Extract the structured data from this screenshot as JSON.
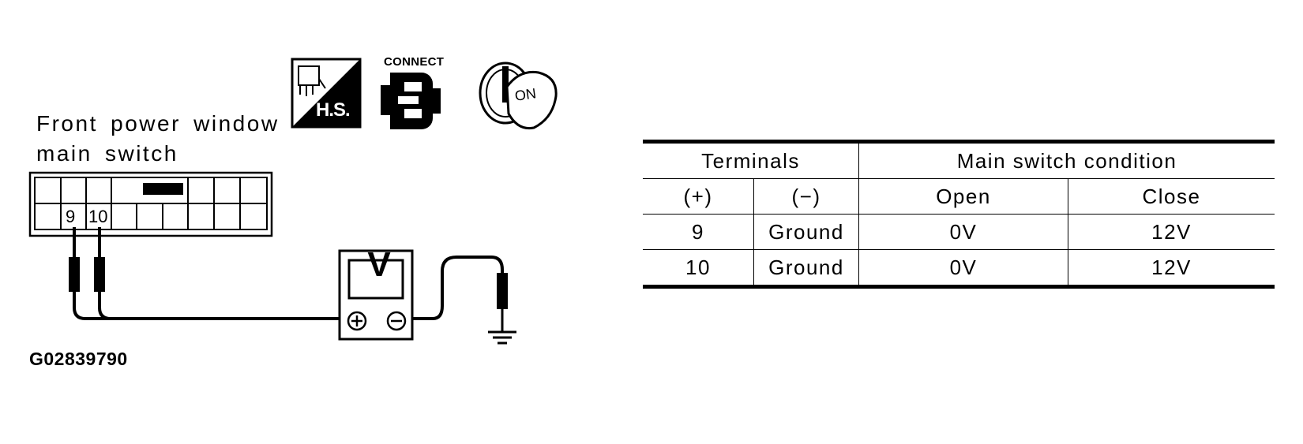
{
  "component_label_line1": "Front power window",
  "component_label_line2": "main switch",
  "pin_labels": [
    "9",
    "10"
  ],
  "icons": {
    "harness_side": {
      "name": "harness-side-icon",
      "label": "H.S."
    },
    "connect": {
      "name": "connector-icon",
      "label": "CONNECT"
    },
    "ignition": {
      "name": "ignition-key-icon",
      "label": "ON"
    }
  },
  "voltmeter": {
    "name": "voltmeter-icon",
    "label": "V",
    "plus": "⊕",
    "minus": "⊖"
  },
  "figure_code": "G02839790",
  "table": {
    "header_terminals": "Terminals",
    "header_condition": "Main switch condition",
    "sub_plus": "(+)",
    "sub_minus": "(−)",
    "sub_open": "Open",
    "sub_close": "Close",
    "rows": [
      {
        "plus": "9",
        "minus": "Ground",
        "open": "0V",
        "close": "12V"
      },
      {
        "plus": "10",
        "minus": "Ground",
        "open": "0V",
        "close": "12V"
      }
    ]
  }
}
